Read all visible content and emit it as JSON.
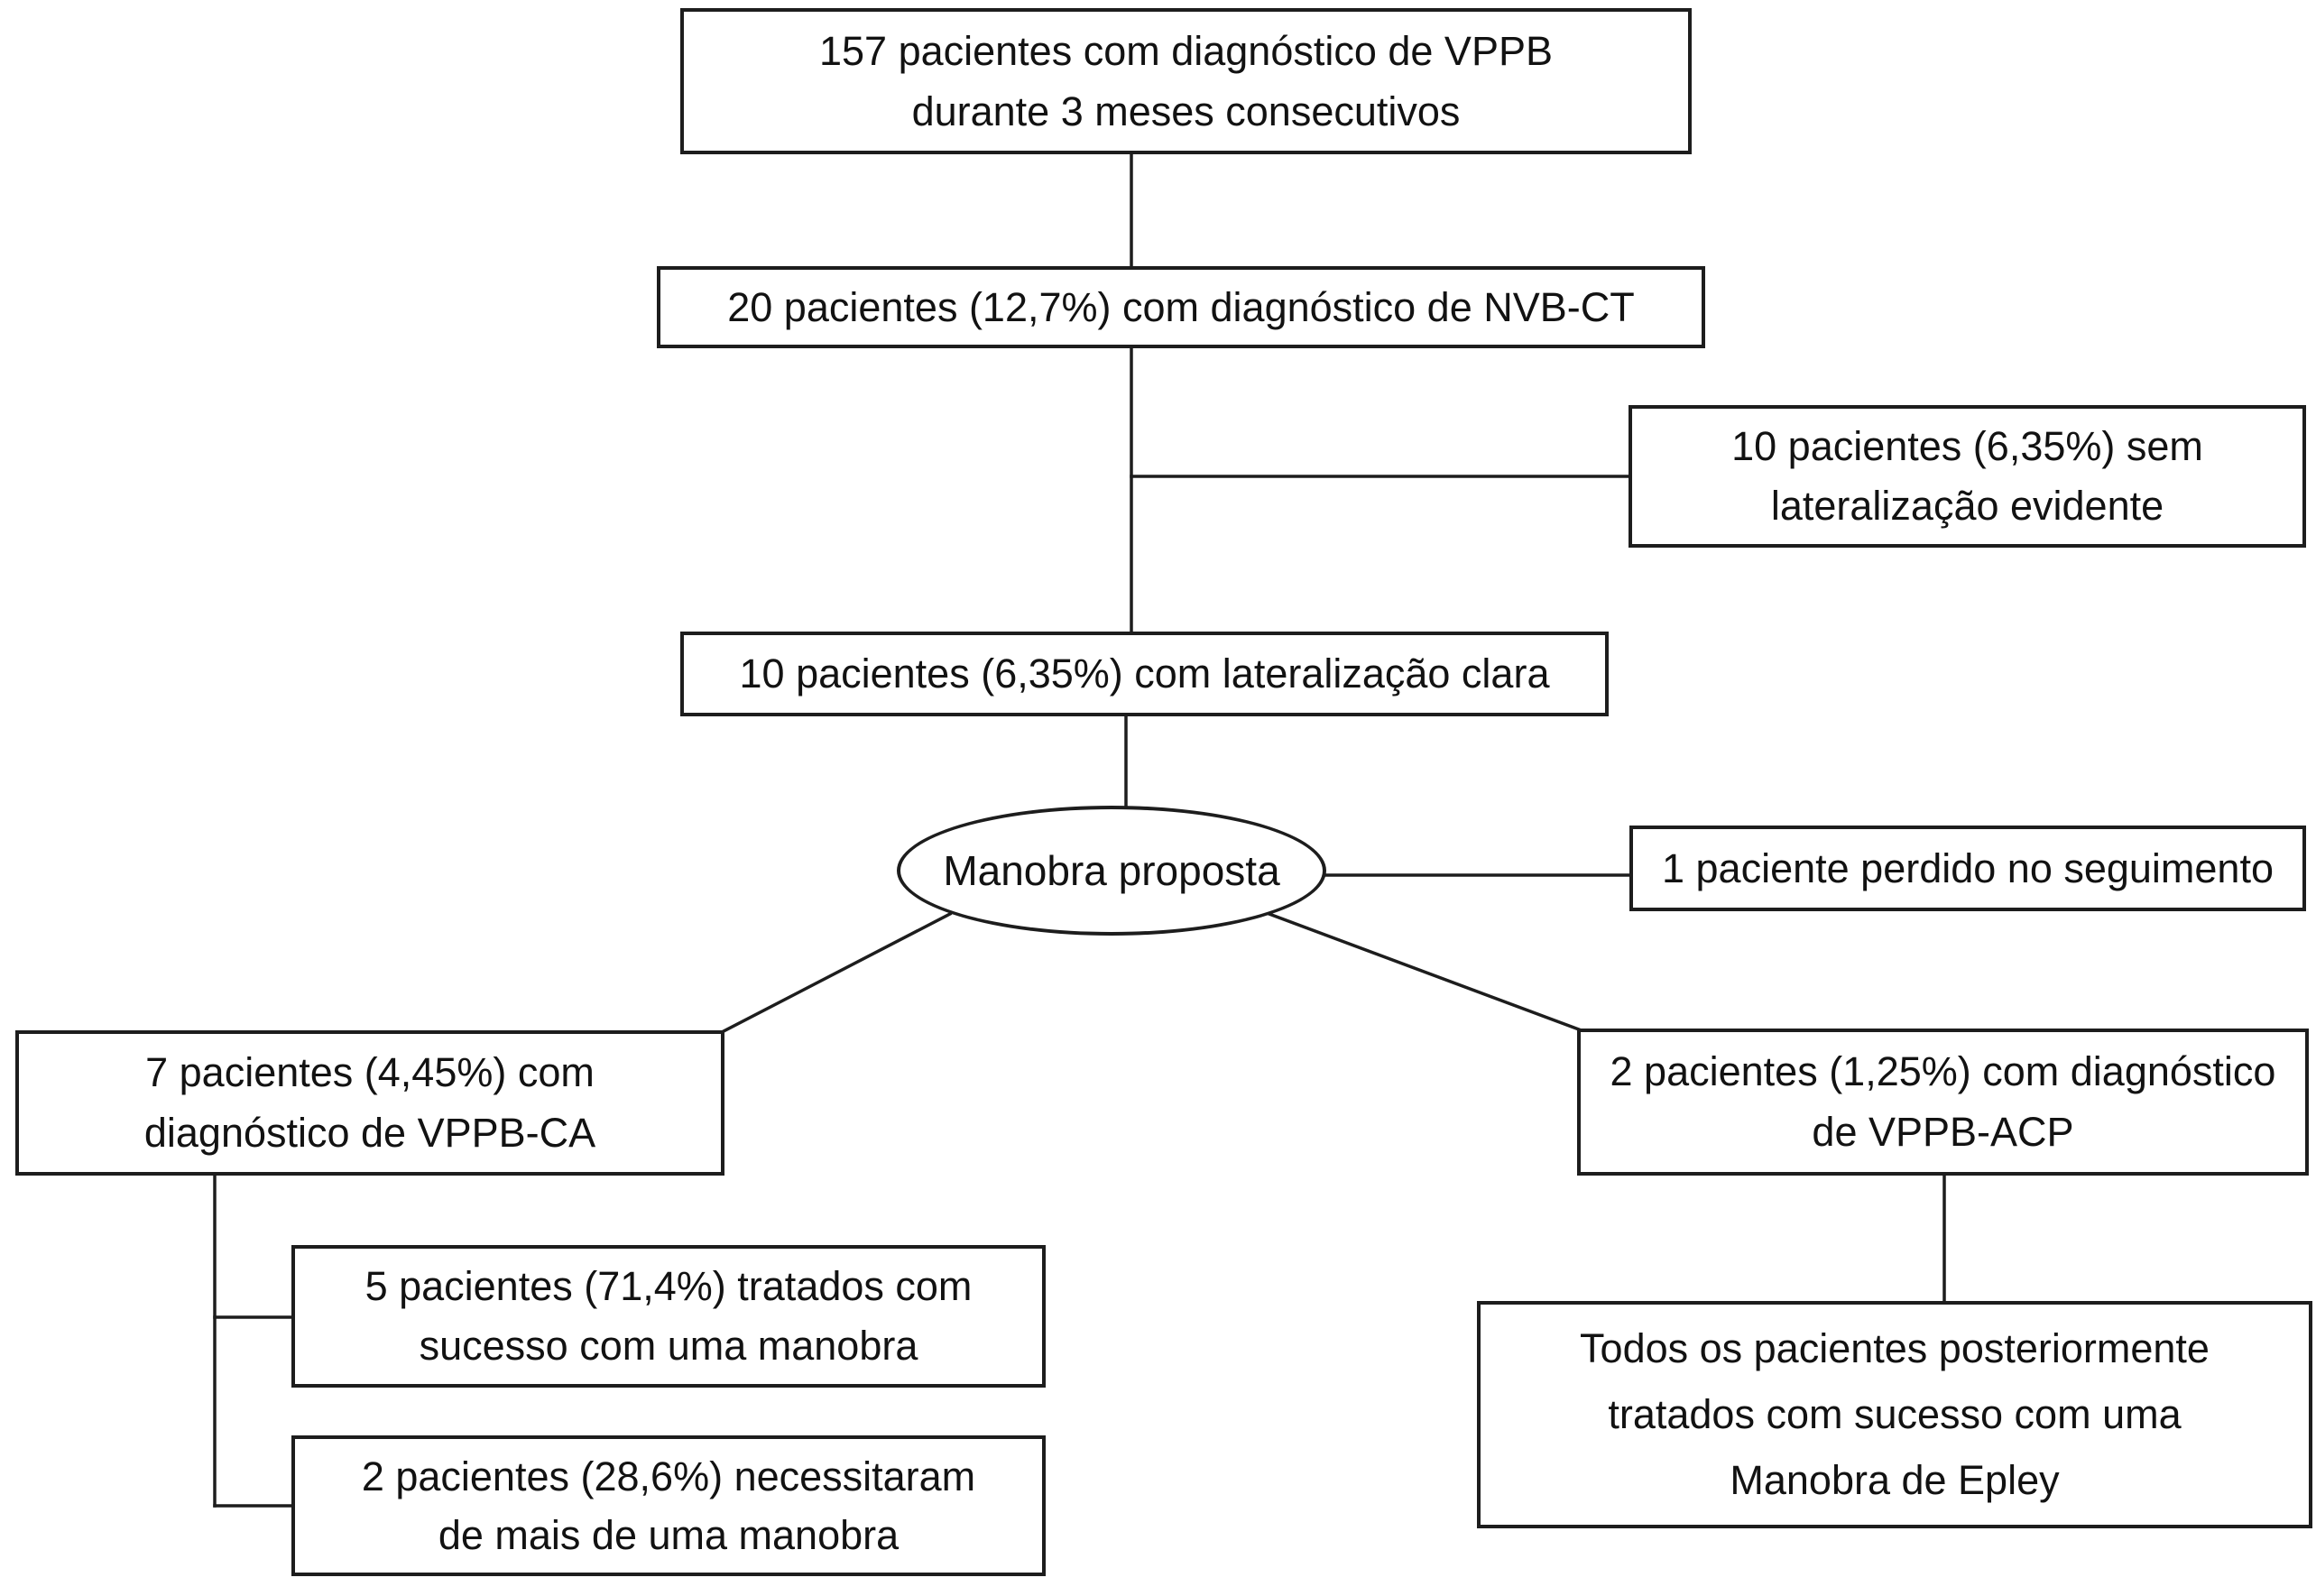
{
  "figure": {
    "background_color": "#ffffff",
    "line_color": "#1d1d1d",
    "text_color": "#121212"
  },
  "nodes": {
    "total_patients": {
      "lines": [
        "157 pacientes com diagnóstico de VPPB",
        "durante 3 meses consecutivos"
      ]
    },
    "nvb_ct": {
      "lines": [
        "20 pacientes (12,7%) com diagnóstico de NVB-CT"
      ]
    },
    "no_lateralization": {
      "lines": [
        "10 pacientes (6,35%) sem",
        "lateralização evidente"
      ]
    },
    "clear_lateralization": {
      "lines": [
        "10 pacientes (6,35%) com lateralização clara"
      ]
    },
    "proposed_maneuver": {
      "label": "Manobra proposta"
    },
    "lost_followup": {
      "lines": [
        "1 paciente perdido no seguimento"
      ]
    },
    "vppb_ca": {
      "lines": [
        "7 pacientes (4,45%) com",
        "diagnóstico de VPPB-CA"
      ]
    },
    "vppb_acp": {
      "lines": [
        "2 pacientes (1,25%) com diagnóstico",
        "de VPPB-ACP"
      ]
    },
    "success_one_maneuver": {
      "lines": [
        "5 pacientes (71,4%) tratados com",
        "sucesso com uma manobra"
      ]
    },
    "multiple_maneuvers": {
      "lines": [
        "2 pacientes (28,6%) necessitaram",
        "de mais de uma manobra"
      ]
    },
    "epley_success": {
      "lines": [
        "Todos os pacientes posteriormente",
        "tratados com sucesso com uma",
        "Manobra de Epley"
      ]
    }
  }
}
